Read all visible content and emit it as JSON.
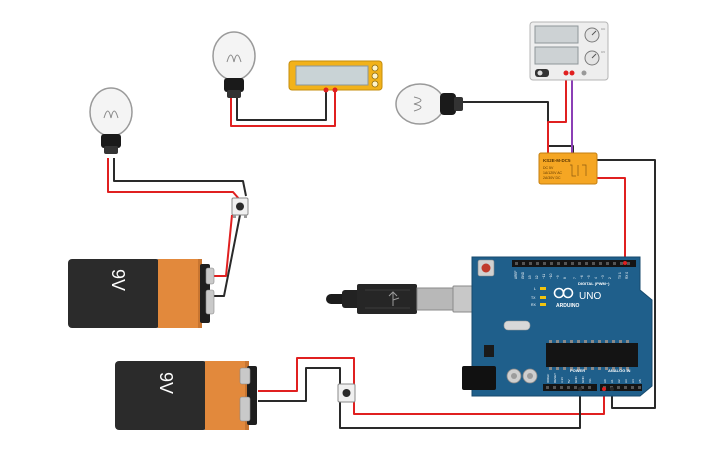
{
  "batteries": [
    {
      "label": "9V"
    },
    {
      "label": "9V"
    }
  ],
  "relay": {
    "model": "KS2E-M-DC5",
    "specs": [
      "DC 5V",
      "1A/120V AC",
      "2A/30V DC"
    ]
  },
  "arduino": {
    "brand": "ARDUINO",
    "model": "UNO",
    "digital_header_label": "DIGITAL (PWM~)",
    "power_label": "POWER",
    "analog_label": "ANALOG IN",
    "digital_pins": [
      "AREF",
      "GND",
      "13",
      "12",
      "~11",
      "~10",
      "~9",
      "8",
      "7",
      "~6",
      "~5",
      "4",
      "~3",
      "2",
      "TX 1",
      "RX 0"
    ],
    "power_pins": [
      "IOREF",
      "RESET",
      "3.3V",
      "5V",
      "GND",
      "GND",
      "Vin"
    ],
    "analog_pins": [
      "A0",
      "A1",
      "A2",
      "A3",
      "A4",
      "A5"
    ],
    "leds": [
      "L",
      "TX",
      "RX"
    ]
  },
  "power_supply": {
    "knob_labels": [
      "CC",
      "CV"
    ]
  },
  "colors": {
    "wire_red": "#e02020",
    "wire_black": "#2a2a2a",
    "wire_purple": "#8b3fb5",
    "board_blue": "#1f5f8b",
    "relay_orange": "#f5a623",
    "multimeter_yellow": "#f2b21a",
    "battery_black": "#2b2b2b",
    "battery_orange": "#e2893c"
  }
}
